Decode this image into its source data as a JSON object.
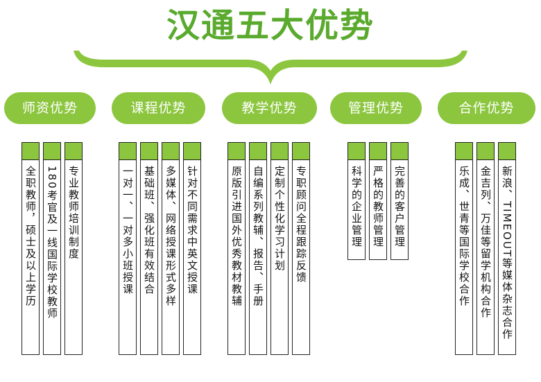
{
  "title": "汉通五大优势",
  "groups": [
    {
      "label": "师资优势",
      "items": [
        "全职教师，硕士及以上学历",
        "180考官及一线国际学校教师",
        "专业教师培训制度"
      ]
    },
    {
      "label": "课程优势",
      "items": [
        "一对一、一对多小班授课",
        "基础班、强化班有效结合",
        "多媒体、网络授课形式多样",
        "针对不同需求中英文授课"
      ]
    },
    {
      "label": "教学优势",
      "items": [
        "原版引进国外优秀教材教辅",
        "自编系列教辅、报告、手册",
        "定制个性化学习计划",
        "专职顾问全程跟踪反馈"
      ]
    },
    {
      "label": "管理优势",
      "items": [
        "科学的企业管理",
        "严格的教师管理",
        "完善的客户管理"
      ]
    },
    {
      "label": "合作优势",
      "items": [
        "乐成、世青等国际学校合作",
        "金吉列、万佳等留学机构合作",
        "新浪、TIMEOUT等媒体杂志合作"
      ]
    }
  ],
  "colors": {
    "green": "#8cc63f",
    "title_green": "#5aaa2e",
    "border": "#222222"
  }
}
